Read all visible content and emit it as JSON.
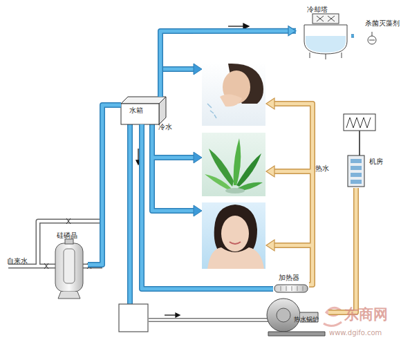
{
  "diagram": {
    "nodes": [
      {
        "text": [
          "冷却塔"
        ]
      },
      {
        "text": [
          "杀菌灭藻剂"
        ]
      },
      {
        "text": [
          "水箱"
        ]
      },
      {
        "text": [
          "机房"
        ]
      },
      {
        "text": [
          "硅磷晶"
        ]
      },
      {
        "text": [
          "加热器"
        ]
      },
      {
        "text": [
          "热水锅炉"
        ]
      }
    ],
    "edges": [
      {
        "from": 4,
        "to": 2,
        "arrow": "none"
      },
      {
        "from": 2,
        "to": 0,
        "arrow": "to"
      },
      {
        "from": 1,
        "to": 0,
        "arrow": "none"
      },
      {
        "from": 2,
        "to": 5,
        "arrow": "none"
      },
      {
        "from": 6,
        "to": 3,
        "arrow": "none"
      }
    ],
    "labels": [
      "自来水",
      "冷水",
      "热水",
      "东商网",
      "www.dgifo.com"
    ]
  }
}
